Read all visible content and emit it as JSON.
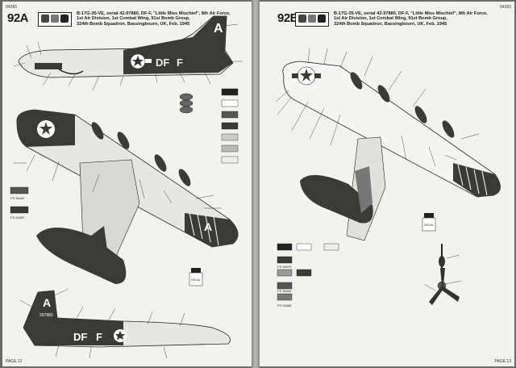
{
  "left_page": {
    "catalog_code": "04283",
    "step": "92A",
    "description": [
      "B-17G-35-VE, serial 42-97880, DF-F, \"Little Miss Mischief\", 8th Air Force,",
      "1st Air Division, 1st Combat Wing, 91st Bomb Group,",
      "324th Bomb Squadron, Bassingbourn, UK, Feb. 1945"
    ],
    "page_number": "PAGE 12",
    "fuselage_codes": [
      "DF",
      "F"
    ],
    "tail_letter": "A",
    "wing_letter": "A",
    "tail_serial": "297880",
    "decal_label": "DECAL",
    "paint_labels": [
      "FS 36440",
      "FS 34087"
    ]
  },
  "right_page": {
    "catalog_code": "04283",
    "step": "92B",
    "description": [
      "B-17G-35-VE, serial 42-97880, DF-F, \"Little Miss Mischief\", 8th Air Force,",
      "1st Air Division, 1st Combat Wing, 91st Bomb Group,",
      "324th Bomb Squadron, Bassingbourn, UK, Feb. 1945"
    ],
    "page_number": "PAGE 13",
    "decal_label": "DECAL",
    "paint_labels": [
      "FS 34079",
      "FS 36440",
      "FS 34088"
    ]
  },
  "colors": {
    "olive_drab": "#3a3a36",
    "neutral_gray": "#7a7a77",
    "paper": "#f2f2ef",
    "stripe": "#1d1d1d"
  }
}
